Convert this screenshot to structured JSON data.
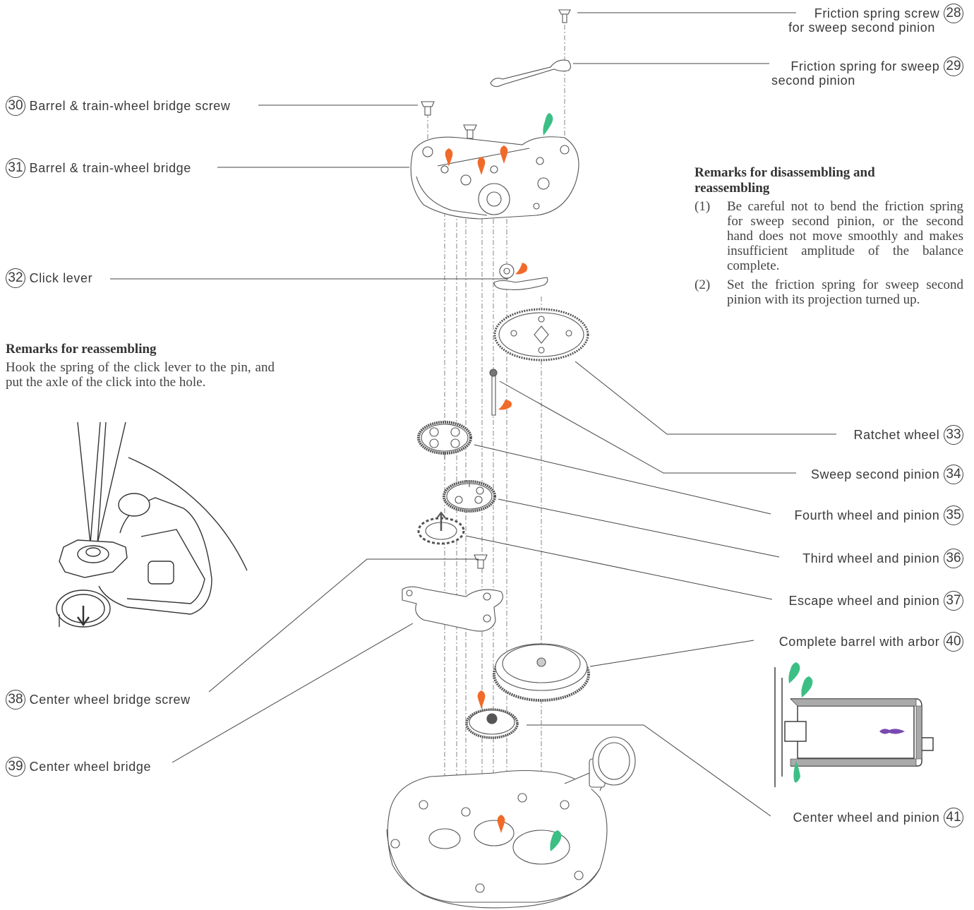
{
  "parts": [
    {
      "num": "28",
      "label": "Friction spring screw",
      "label2": "for sweep second pinion"
    },
    {
      "num": "29",
      "label": "Friction spring for sweep",
      "label2": "second pinion"
    },
    {
      "num": "30",
      "label": "Barrel & train-wheel bridge screw"
    },
    {
      "num": "31",
      "label": "Barrel & train-wheel bridge"
    },
    {
      "num": "32",
      "label": "Click lever"
    },
    {
      "num": "33",
      "label": "Ratchet wheel"
    },
    {
      "num": "34",
      "label": "Sweep second pinion"
    },
    {
      "num": "35",
      "label": "Fourth wheel and pinion"
    },
    {
      "num": "36",
      "label": "Third wheel and pinion"
    },
    {
      "num": "37",
      "label": "Escape wheel and pinion"
    },
    {
      "num": "38",
      "label": "Center wheel bridge screw"
    },
    {
      "num": "39",
      "label": "Center wheel bridge"
    },
    {
      "num": "40",
      "label": "Complete barrel with arbor"
    },
    {
      "num": "41",
      "label": "Center wheel and pinion"
    }
  ],
  "remarks_disassembly": {
    "title_line1": "Remarks for disassembling and",
    "title_line2": "reassembling",
    "items": [
      {
        "idx": "(1)",
        "text": "Be careful not to bend the friction spring for sweep second pinion, or the second hand does not move smoothly and makes insufficient amplitude of the balance complete."
      },
      {
        "idx": "(2)",
        "text": "Set the friction spring for sweep second pinion with its projection turned up."
      }
    ]
  },
  "remarks_reassembly": {
    "title": "Remarks for reassembling",
    "text": "Hook the spring of the click lever to the pin, and put the axle of the click into the hole."
  },
  "oil_colors": {
    "orange": "#f06a2a",
    "green": "#3cbf85",
    "purple": "#7a4ab0"
  }
}
